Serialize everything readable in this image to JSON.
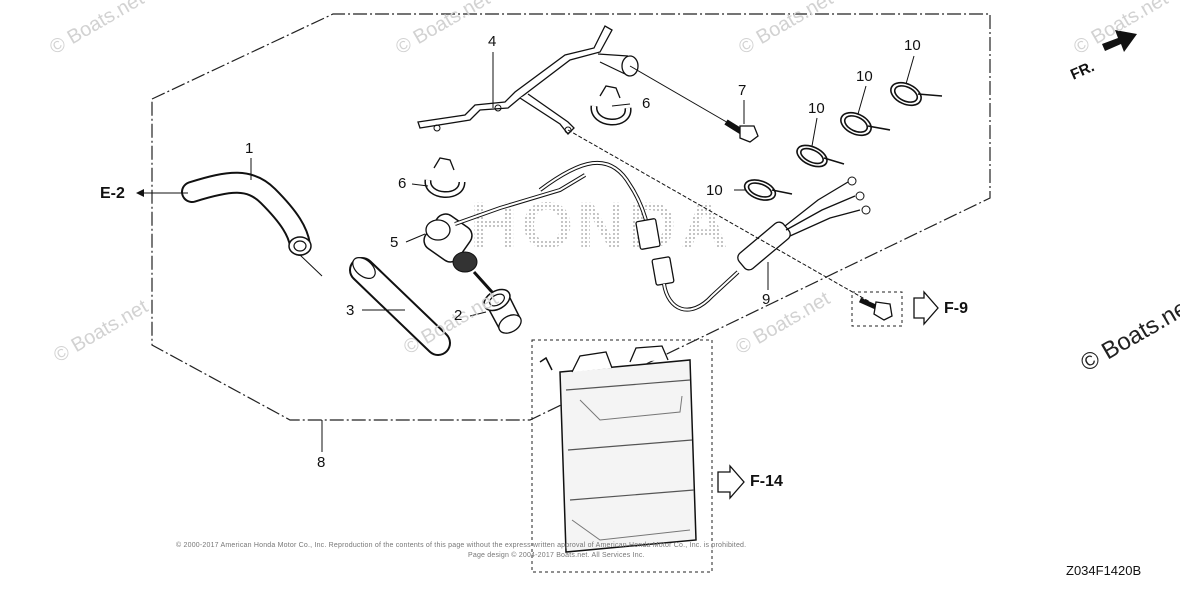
{
  "watermark": "© Boats.net",
  "front_marker": "FR.",
  "part_numbers": {
    "p1": "1",
    "p2": "2",
    "p3": "3",
    "p4": "4",
    "p5": "5",
    "p6a": "6",
    "p6b": "6",
    "p7": "7",
    "p8": "8",
    "p9": "9",
    "p10a": "10",
    "p10b": "10",
    "p10c": "10",
    "p10d": "10"
  },
  "references": {
    "e2": "E-2",
    "f9": "F-9",
    "f14": "F-14"
  },
  "brand_mark": "HONDA",
  "copyright_line1": "© 2000-2017 American Honda Motor Co., Inc. Reproduction of the contents of this page without the express written approval of American Honda Motor Co., Inc. is prohibited.",
  "copyright_line2": "Page design © 2004-2017 Boats.net. All Services Inc.",
  "diagram_code": "Z034F1420B"
}
